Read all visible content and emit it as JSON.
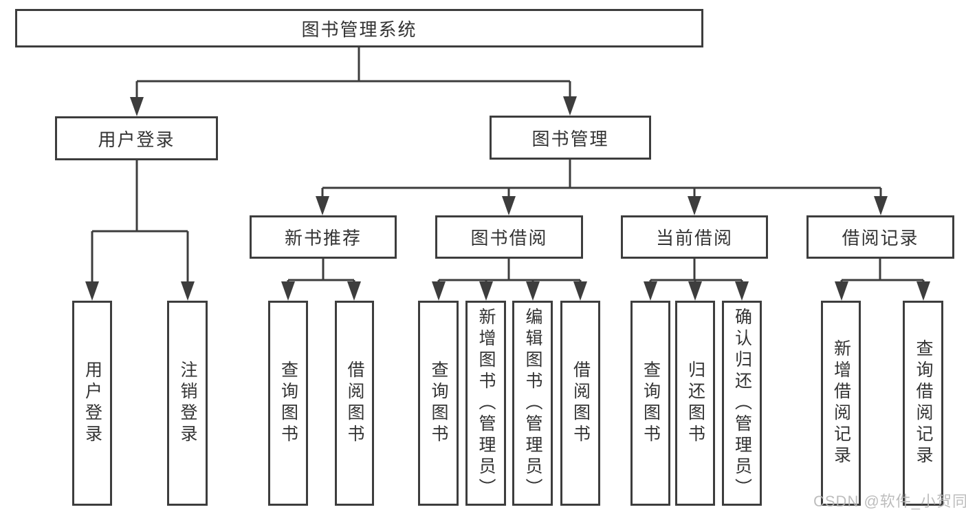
{
  "diagram_title": "图书管理系统",
  "colors": {
    "line": "#3d3d3d",
    "text": "#333333",
    "background": "#ffffff",
    "watermark": "#b5b5b5"
  },
  "nodes": {
    "root": {
      "label": "图书管理系统",
      "level": 1
    },
    "user_login": {
      "label": "用户登录",
      "level": 2,
      "parent": "root"
    },
    "book_mgmt": {
      "label": "图书管理",
      "level": 2,
      "parent": "root"
    },
    "new_book_rec": {
      "label": "新书推荐",
      "level": 3,
      "parent": "book_mgmt"
    },
    "book_borrow": {
      "label": "图书借阅",
      "level": 3,
      "parent": "book_mgmt"
    },
    "current_borrow": {
      "label": "当前借阅",
      "level": 3,
      "parent": "book_mgmt"
    },
    "borrow_records": {
      "label": "借阅记录",
      "level": 3,
      "parent": "book_mgmt"
    },
    "leaf_user_login": {
      "label": "用户登录",
      "level": 4,
      "parent": "user_login"
    },
    "leaf_logout": {
      "label": "注销登录",
      "level": 4,
      "parent": "user_login"
    },
    "leaf_query_book_rec": {
      "label": "查询图书",
      "level": 4,
      "parent": "new_book_rec"
    },
    "leaf_borrow_book_rec": {
      "label": "借阅图书",
      "level": 4,
      "parent": "new_book_rec"
    },
    "leaf_query_book_borrow": {
      "label": "查询图书",
      "level": 4,
      "parent": "book_borrow"
    },
    "leaf_add_book": {
      "label": "新增图书（管理员）",
      "level": 4,
      "parent": "book_borrow"
    },
    "leaf_edit_book": {
      "label": "编辑图书（管理员）",
      "level": 4,
      "parent": "book_borrow"
    },
    "leaf_borrow_book_borrow": {
      "label": "借阅图书",
      "level": 4,
      "parent": "book_borrow"
    },
    "leaf_query_book_current": {
      "label": "查询图书",
      "level": 4,
      "parent": "current_borrow"
    },
    "leaf_return_book": {
      "label": "归还图书",
      "level": 4,
      "parent": "current_borrow"
    },
    "leaf_confirm_return": {
      "label": "确认归还（管理员）",
      "level": 4,
      "parent": "current_borrow"
    },
    "leaf_add_borrow_record": {
      "label": "新增借阅记录",
      "level": 4,
      "parent": "borrow_records"
    },
    "leaf_query_borrow_record": {
      "label": "查询借阅记录",
      "level": 4,
      "parent": "borrow_records"
    }
  },
  "watermark": {
    "text": "CSDN @软件_小贺同学"
  }
}
